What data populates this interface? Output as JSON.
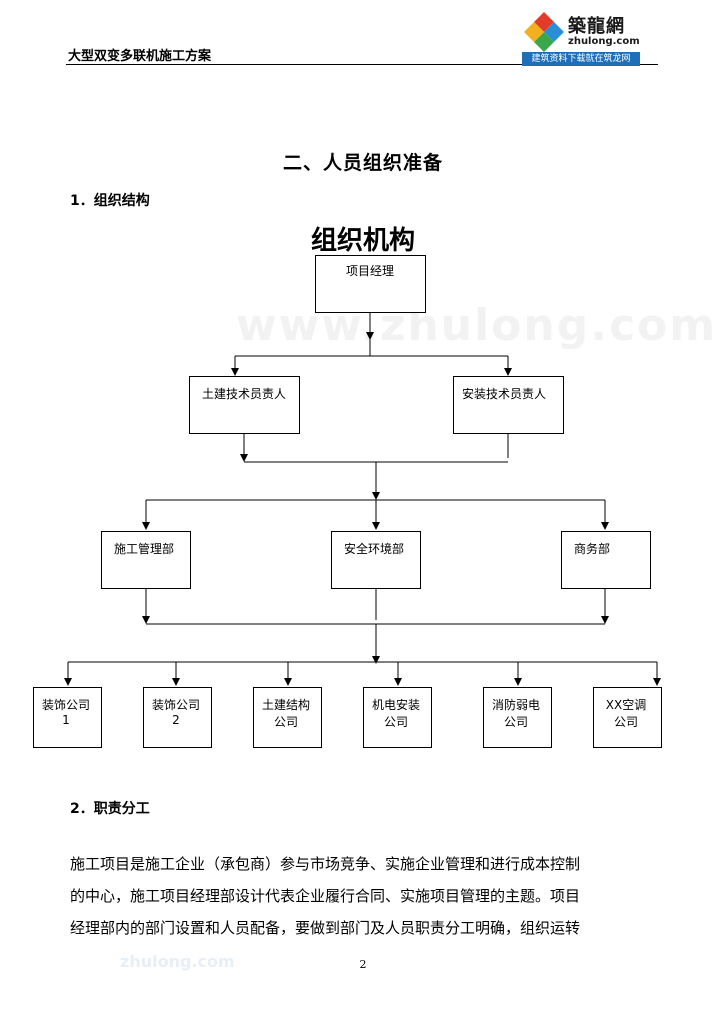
{
  "header": {
    "title": "大型双变多联机施工方案",
    "logo_text": "築龍網",
    "logo_site": "zhulong.com",
    "logo_slogan": "建筑资料下载就在筑龙网"
  },
  "section_title": "二、人员组织准备",
  "subsection1": "1．组织结构",
  "chart": {
    "title": "组织机构",
    "watermark": "www.zhulong.com",
    "root": "项目经理",
    "level2": [
      "土建技术员责人",
      "安装技术员责人"
    ],
    "level3": [
      "施工管理部",
      "安全环境部",
      "商务部"
    ],
    "level4": [
      "装饰公司1",
      "装饰公司2",
      "土建结构公司",
      "机电安装公司",
      "消防弱电公司",
      "XX空调公司"
    ]
  },
  "subsection2": "2．职责分工",
  "paragraph": [
    "施工项目是施工企业（承包商）参与市场竞争、实施企业管理和进行成本控制",
    "的中心，施工项目经理部设计代表企业履行合同、实施项目管理的主题。项目",
    "经理部内的部门设置和人员配备，要做到部门及人员职责分工明确，组织运转"
  ],
  "footer_watermark": "zhulong.com",
  "page_number": "2"
}
